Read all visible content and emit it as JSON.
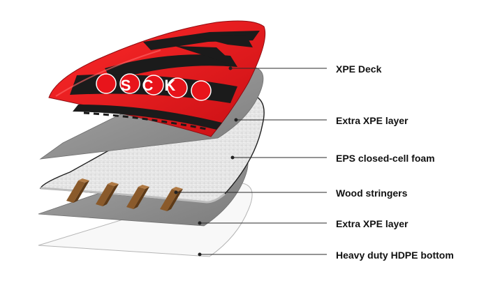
{
  "diagram": {
    "brand_mark": "SCK",
    "colors": {
      "deck_red": "#e8141b",
      "deck_black": "#1b1b1b",
      "xpe_gray": "#8c8c8c",
      "foam_white": "#eeeeee",
      "stringer_wood": "#8a5a2b",
      "bottom_white": "#f7f7f7"
    },
    "layers": [
      {
        "id": "xpe-deck",
        "label": "XPE Deck"
      },
      {
        "id": "extra-xpe-top",
        "label": "Extra XPE layer"
      },
      {
        "id": "eps-foam",
        "label": "EPS closed-cell foam"
      },
      {
        "id": "wood-stringers",
        "label": "Wood stringers"
      },
      {
        "id": "extra-xpe-bottom",
        "label": "Extra XPE layer"
      },
      {
        "id": "hdpe-bottom",
        "label": "Heavy duty HDPE bottom"
      }
    ]
  }
}
